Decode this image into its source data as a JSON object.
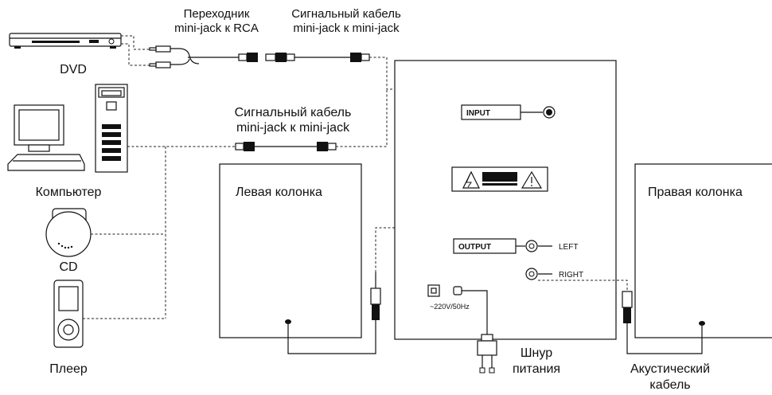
{
  "labels": {
    "adapter_line1": "Переходник",
    "adapter_line2": "mini-jack к RCA",
    "signal_cable_top_line1": "Сигнальный кабель",
    "signal_cable_top_line2": "mini-jack к mini-jack",
    "signal_cable_mid_line1": "Сигнальный кабель",
    "signal_cable_mid_line2": "mini-jack к mini-jack",
    "dvd": "DVD",
    "computer": "Компьютер",
    "cd": "CD",
    "player": "Плеер",
    "left_speaker": "Левая колонка",
    "right_speaker": "Правая колонка",
    "input": "INPUT",
    "output": "OUTPUT",
    "left": "LEFT",
    "right": "RIGHT",
    "power_spec": "~220V/50Hz",
    "power_cord_line1": "Шнур",
    "power_cord_line2": "питания",
    "acoustic_cable_line1": "Акустический",
    "acoustic_cable_line2": "кабель"
  }
}
